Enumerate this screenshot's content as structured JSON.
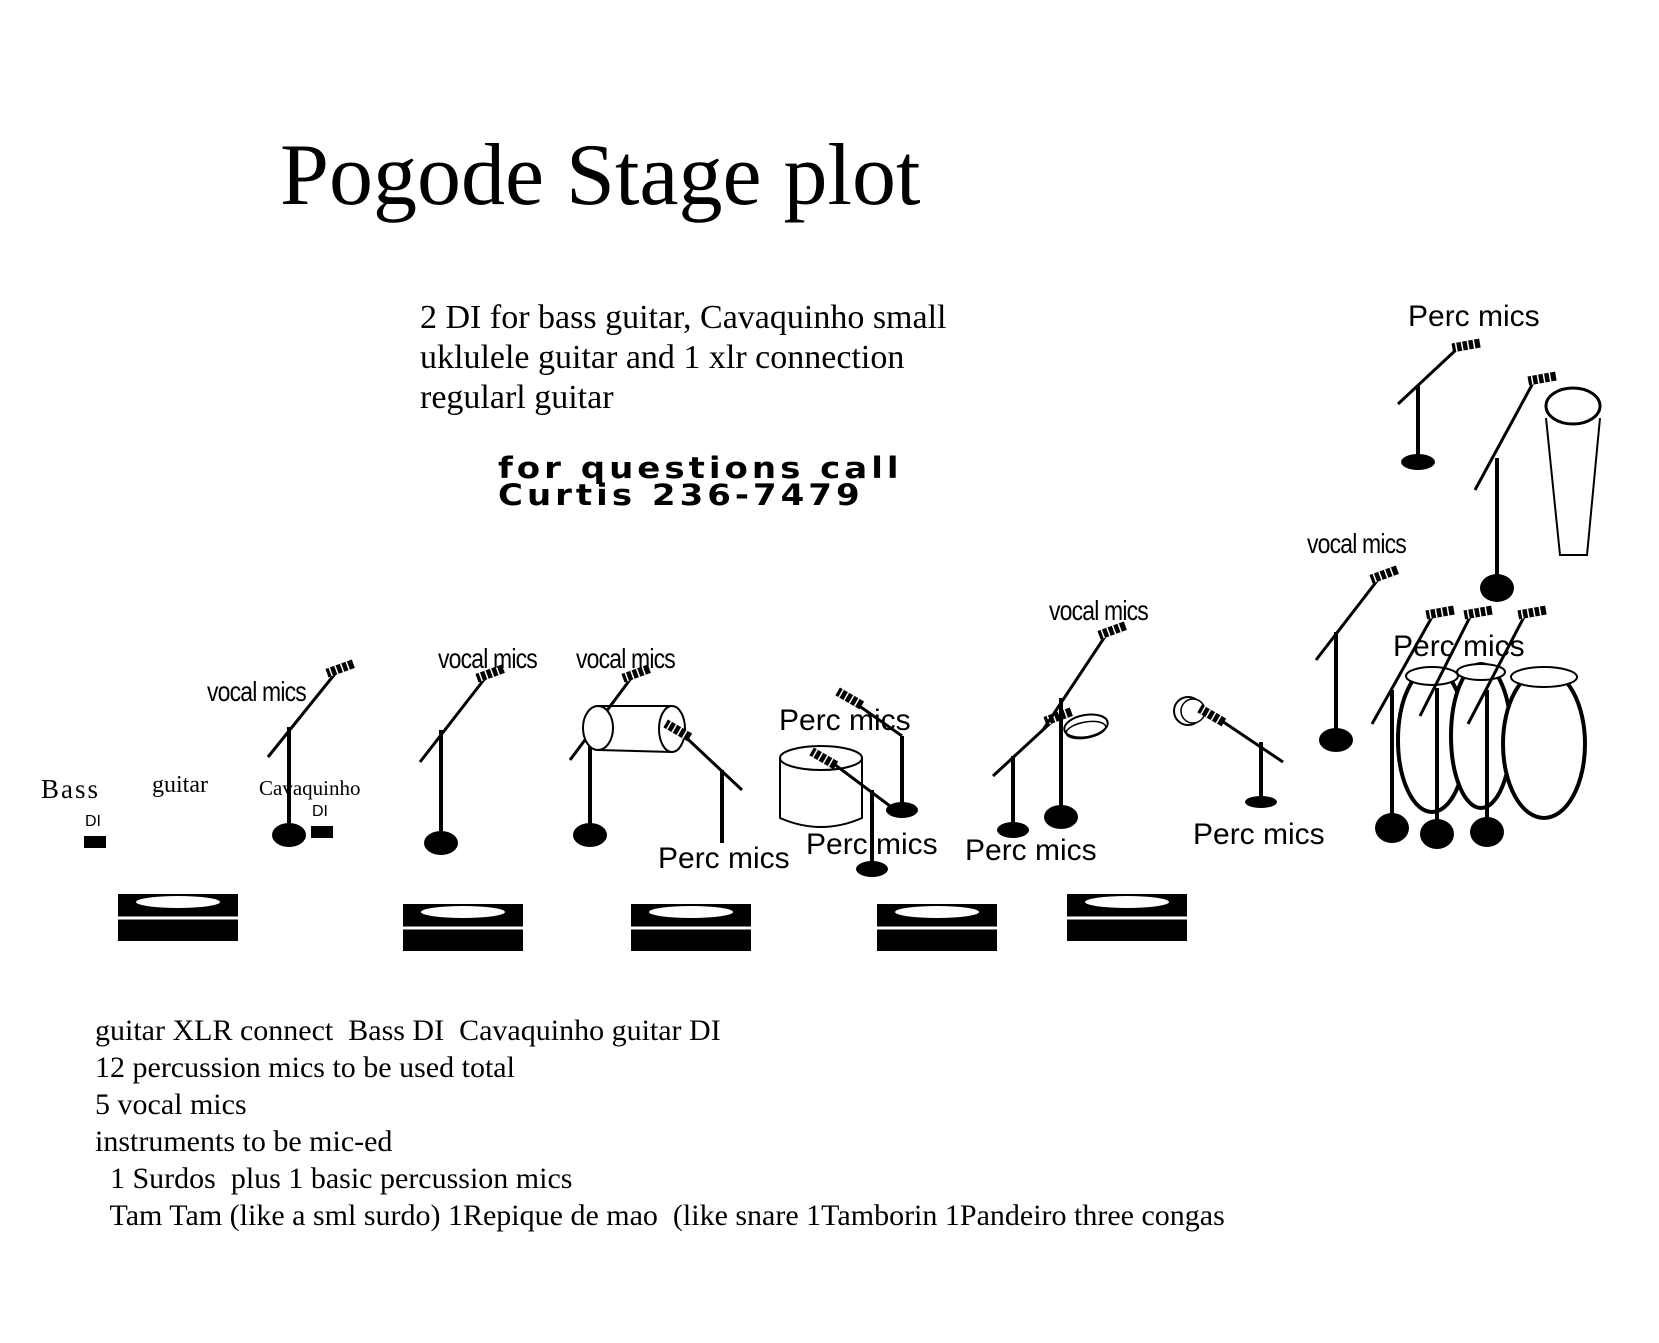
{
  "title": "Pogode Stage plot",
  "info_lines": [
    "2 DI for bass guitar, Cavaquinho small",
    "uklulele guitar and 1 xlr connection",
    "regularl guitar"
  ],
  "contact_lines": [
    "for questions call",
    "Curtis 236-7479"
  ],
  "labels": {
    "perc_mics": "Perc mics",
    "vocal_mics": "vocal mics",
    "bass": "Bass",
    "guitar": "guitar",
    "cavaquinho": "Cavaquinho",
    "di": "DI"
  },
  "notes": [
    "guitar XLR connect  Bass DI  Cavaquinho guitar DI",
    "12 percussion mics to be used total",
    "5 vocal mics",
    "instruments to be mic-ed",
    "  1 Surdos  plus 1 basic percussion mics",
    "  Tam Tam (like a sml surdo) 1Repique de mao  (like snare 1Tamborin 1Pandeiro three congas"
  ]
}
